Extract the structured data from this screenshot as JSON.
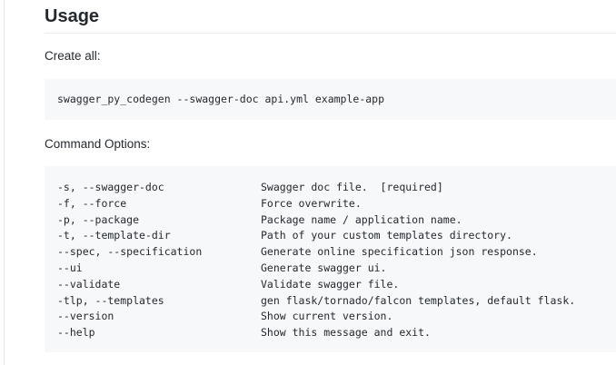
{
  "section": {
    "heading": "Usage",
    "create_all_label": "Create all:",
    "create_all_command": "swagger_py_codegen --swagger-doc api.yml example-app",
    "options_label": "Command Options:",
    "options": [
      {
        "flag": "-s, --swagger-doc",
        "description": "Swagger doc file.  [required]"
      },
      {
        "flag": "-f, --force",
        "description": "Force overwrite."
      },
      {
        "flag": "-p, --package",
        "description": "Package name / application name."
      },
      {
        "flag": "-t, --template-dir",
        "description": "Path of your custom templates directory."
      },
      {
        "flag": "--spec, --specification",
        "description": "Generate online specification json response."
      },
      {
        "flag": "--ui",
        "description": "Generate swagger ui."
      },
      {
        "flag": "--validate",
        "description": "Validate swagger file."
      },
      {
        "flag": "-tlp, --templates",
        "description": "gen flask/tornado/falcon templates, default flask."
      },
      {
        "flag": "--version",
        "description": "Show current version."
      },
      {
        "flag": "--help",
        "description": "Show this message and exit."
      }
    ]
  },
  "colors": {
    "text": "#24292e",
    "code_background": "#f6f8fa",
    "rule": "#eaecef"
  }
}
